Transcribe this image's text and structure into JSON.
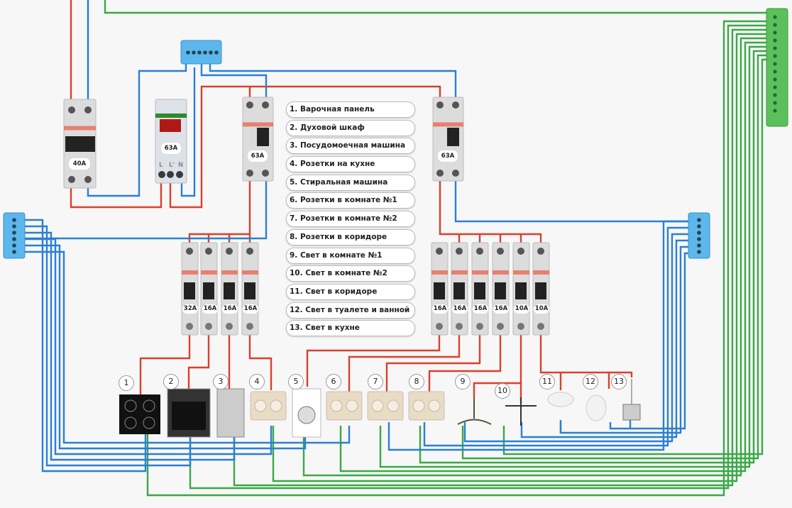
{
  "legend": [
    "1. Варочная панель",
    "2. Духовой шкаф",
    "3. Посудомоечная машина",
    "4. Розетки на кухне",
    "5. Стиральная машина",
    "6. Розетки в комнате №1",
    "7. Розетки в комнате №2",
    "8. Розетки в коридоре",
    "9. Свет в комнате №1",
    "10. Свет в комнате №2",
    "11. Свет в коридоре",
    "12. Свет в туалете и ванной",
    "13. Свет в кухне"
  ],
  "main_breaker": "40A",
  "voltage_relay": {
    "rating": "63A",
    "terminals": [
      "L",
      "L'",
      "N"
    ]
  },
  "rcd_left": "63A",
  "rcd_right": "63A",
  "left_breakers": [
    "32A",
    "16A",
    "16A",
    "16A"
  ],
  "right_breakers": [
    "16A",
    "16A",
    "16A",
    "16A",
    "10A",
    "10A"
  ],
  "circuit_numbers": [
    "1",
    "2",
    "3",
    "4",
    "5",
    "6",
    "7",
    "8",
    "9",
    "10",
    "11",
    "12",
    "13"
  ],
  "colors": {
    "phase": "#d9402e",
    "neutral": "#2a7fd4",
    "ground": "#3aa846",
    "neutral_bus": "#5cb8ec",
    "ground_bus": "#5cc05a"
  }
}
